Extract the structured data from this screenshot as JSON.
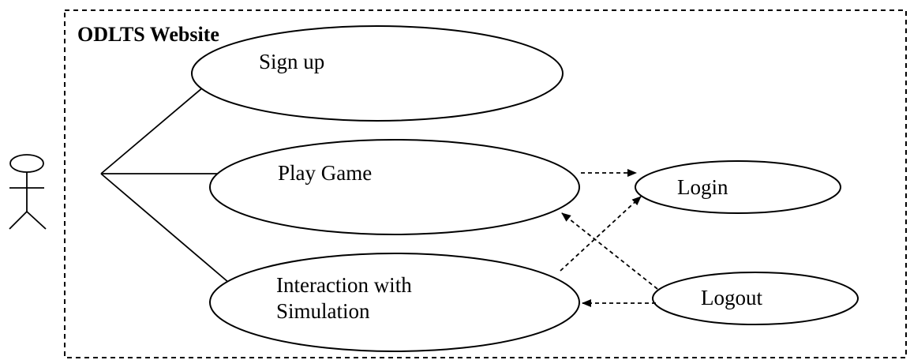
{
  "system": {
    "title": "ODLTS Website"
  },
  "actor": {
    "icon": "stick-figure-actor"
  },
  "use_cases": {
    "sign_up": "Sign up",
    "play_game": "Play Game",
    "interaction_line1": "Interaction with",
    "interaction_line2": "Simulation",
    "login": "Login",
    "logout": "Logout"
  },
  "colors": {
    "stroke": "#000000",
    "background": "#ffffff"
  }
}
